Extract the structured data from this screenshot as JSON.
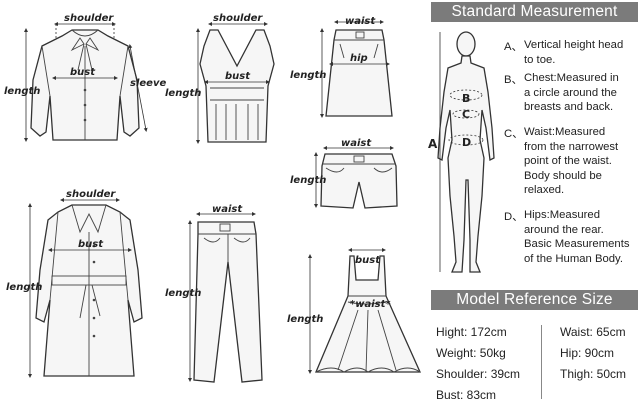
{
  "labels": {
    "shoulder": "shoulder",
    "bust": "bust",
    "sleeve": "sleeve",
    "length": "length",
    "waist": "waist",
    "hip": "hip",
    "waist_starred": "*waist*"
  },
  "figure_markers": {
    "a": "A",
    "b": "B",
    "c": "C",
    "d": "D"
  },
  "standard_measurement": {
    "title": "Standard Measurement",
    "items": [
      {
        "marker": "A、",
        "text": "Vertical height head\nto toe."
      },
      {
        "marker": "B、",
        "text": "Chest:Measured in\na circle around the\nbreasts and back."
      },
      {
        "marker": "C、",
        "text": "Waist:Measured\nfrom the narrowest\npoint of the waist.\nBody should be\nrelaxed."
      },
      {
        "marker": "D、",
        "text": "Hips:Measured\naround the rear.\nBasic Measurements\nof the Human Body."
      }
    ]
  },
  "model_reference": {
    "title": "Model Reference Size",
    "left": [
      "Hight: 172cm",
      "Weight: 50kg",
      "Shoulder: 39cm",
      "Bust: 83cm"
    ],
    "right": [
      "Waist: 65cm",
      "Hip: 90cm",
      "Thigh: 50cm"
    ]
  }
}
